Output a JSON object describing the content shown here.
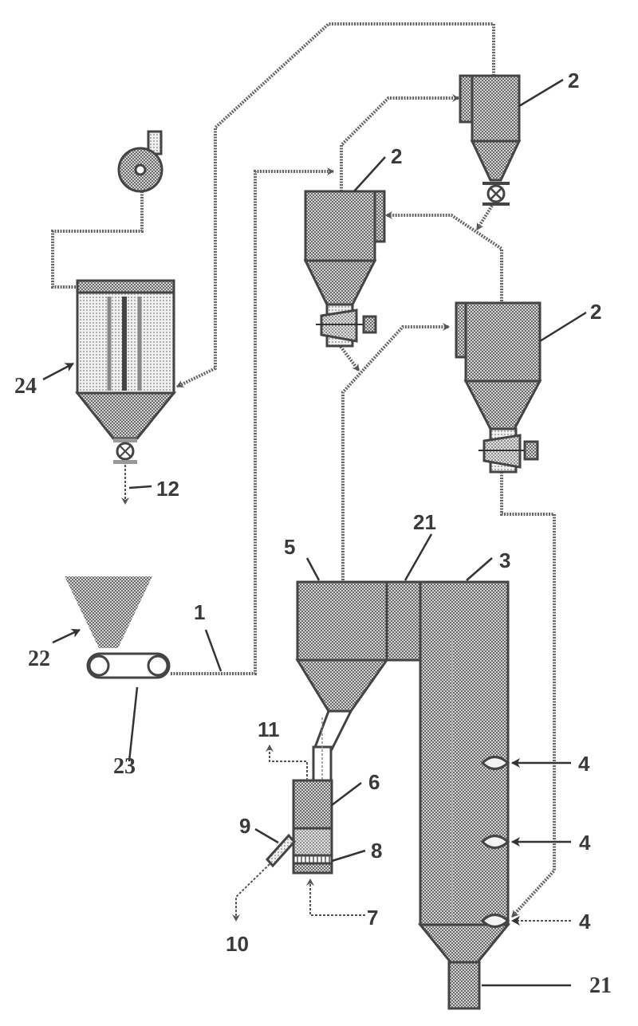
{
  "diagram": {
    "type": "process-flow-schematic",
    "colors": {
      "outline": "#444444",
      "fill_dark": "#9a9a9a",
      "fill_light": "#c8c8c8",
      "pipe": "#666666",
      "label": "#3a3a3a"
    },
    "labels": {
      "raw_feed_line": "1",
      "cyclone_top": "2",
      "cyclone_upper_left": "2",
      "cyclone_middle_right": "2",
      "reactor": "3",
      "burner_1": "4",
      "burner_2": "4",
      "burner_3": "4",
      "separator": "5",
      "cooler": "6",
      "cooler_air": "7",
      "grate": "8",
      "discharge_chute": "9",
      "product_out": "10",
      "exhaust_out": "11",
      "dust_out": "12",
      "duct_top": "21",
      "outlet_bottom": "21",
      "feed_hopper": "22",
      "belt_conveyor": "23",
      "bag_filter": "24"
    },
    "components": [
      {
        "id": "fan",
        "name": "Induced draft fan"
      },
      {
        "id": "24",
        "name": "Bag filter"
      },
      {
        "id": "22",
        "name": "Feed hopper"
      },
      {
        "id": "23",
        "name": "Belt conveyor"
      },
      {
        "id": "2",
        "name": "Cyclone preheater (x3)"
      },
      {
        "id": "5",
        "name": "Gas-solid separator"
      },
      {
        "id": "3",
        "name": "Vertical reactor"
      },
      {
        "id": "4",
        "name": "Burners (x3)"
      },
      {
        "id": "6",
        "name": "Cooler"
      },
      {
        "id": "21",
        "name": "Connecting duct / outlet"
      }
    ]
  }
}
